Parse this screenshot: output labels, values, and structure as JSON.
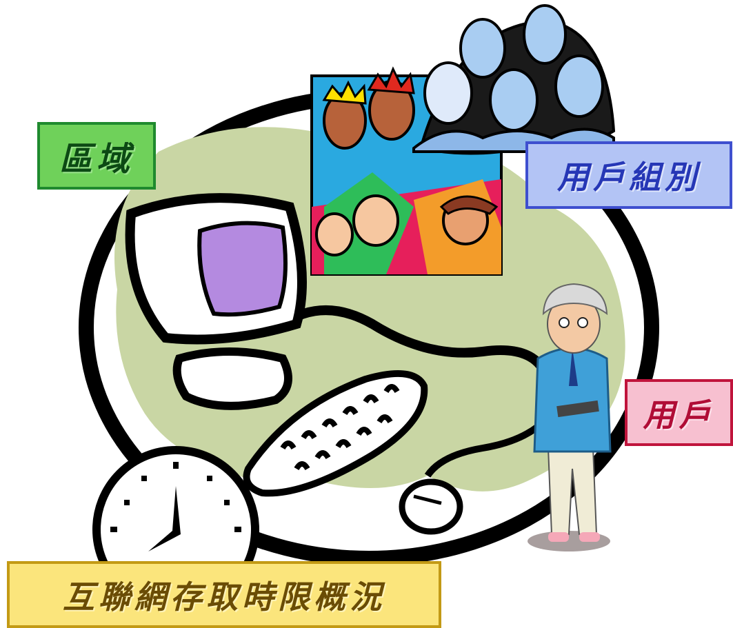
{
  "labels": {
    "region": "區域",
    "user_group": "用戶組別",
    "user": "用戶",
    "internet_access_overview": "互聯網存取時限概況"
  },
  "icons": [
    "computer-monitor-icon",
    "keyboard-icon",
    "mouse-icon",
    "clock-icon",
    "crowd-picture-icon",
    "people-group-icon",
    "elderly-user-icon"
  ],
  "colors": {
    "region_bg": "#6fd15a",
    "user_group_bg": "#b3c4f5",
    "user_bg": "#f7c0d0",
    "access_bg": "#fbe57c",
    "screen": "#b48ae0",
    "globe": "#c9d6a4"
  }
}
